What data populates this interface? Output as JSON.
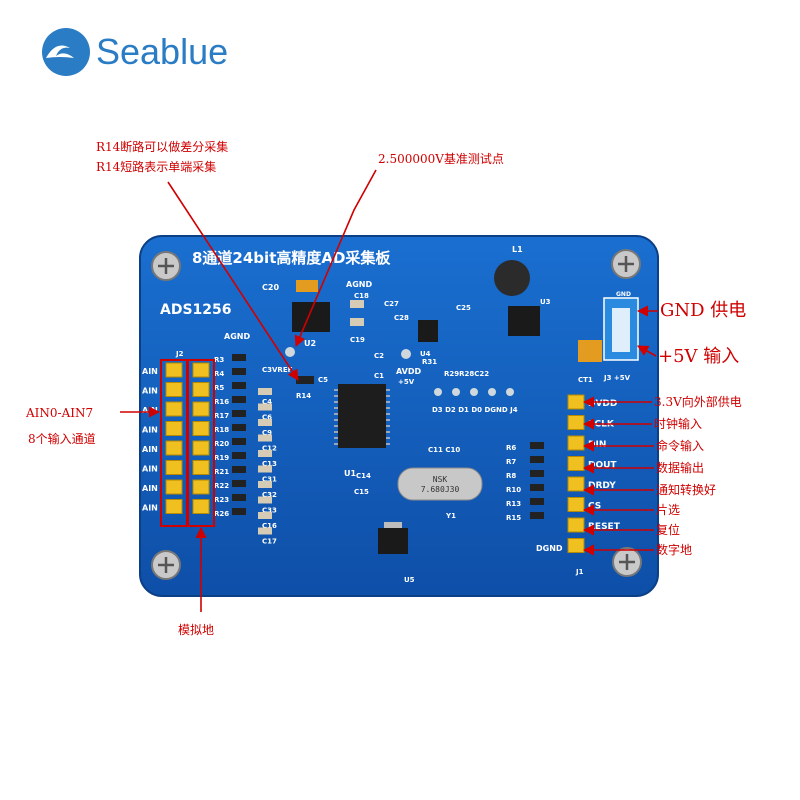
{
  "brand": {
    "name": "Seablue",
    "color": "#2a7cc4"
  },
  "board": {
    "title": "8通道24bit高精度AD采集板",
    "chip_label": "ADS1256",
    "crystal_text": "NSK\n7.680J30",
    "colors": {
      "pcb": "#1565c0",
      "pcb_dark": "#0b3f86",
      "header": "#f0c020",
      "annotation": "#d00000"
    }
  },
  "annotations": {
    "r14_break": "R14断路可以做差分采集",
    "r14_short": "R14短路表示单端采集",
    "vref_test": "2.500000V基准测试点",
    "gnd_supply": "GND 供电",
    "plus5v_input": "+5V 输入",
    "ain_range": "AIN0-AIN7",
    "ain_channels": "8个输入通道",
    "analog_ground": "模拟地",
    "dvdd_desc": "3.3V向外部供电",
    "sclk_desc": "时钟输入",
    "din_desc": "命令输入",
    "dout_desc": "数据输出",
    "drdy_desc": "通知转换好",
    "cs_desc": "片选",
    "reset_desc": "复位",
    "dgnd_desc": "数字地"
  },
  "silkscreen": {
    "agnd_top": "AGND",
    "agnd_left": "AGND",
    "c20": "C20",
    "c18": "C18",
    "c19": "C19",
    "c27": "C27",
    "c28": "C28",
    "c25": "C25",
    "c5": "C5",
    "c2": "C2",
    "c1": "C1",
    "c3vref": "C3VREF",
    "u2": "U2",
    "u1": "U1",
    "u3": "U3",
    "u4": "U4",
    "u5": "U5",
    "l1": "L1",
    "r14": "R14",
    "r31": "R31",
    "avdd": "AVDD",
    "plus5v": "+5V",
    "r_row": "R29R28C22",
    "j4_pins": "D3  D2  D1  D0 DGND J4",
    "ct1": "CT1",
    "j3": "J3 +5V",
    "gnd_small": "GND",
    "c11c10": "C11 C10",
    "c14": "C14",
    "c15": "C15",
    "y1": "Y1",
    "j1": "J1",
    "dgnd": "DGND",
    "ain": "AIN",
    "j2": "J2",
    "dvdd": "DVDD",
    "sclk": "SCLK",
    "din": "DIN",
    "dout": "DOUT",
    "drdy": "DRDY",
    "cs": "CS",
    "reset": "RESET",
    "r_left": [
      "R3",
      "R4",
      "R5",
      "R16",
      "R17",
      "R18",
      "R20",
      "R19",
      "R21",
      "R22",
      "R23",
      "R26"
    ],
    "c_mid": [
      "C4",
      "C6",
      "C9",
      "C12",
      "C13",
      "C31",
      "C32",
      "C33",
      "C16",
      "C17"
    ],
    "r_right": [
      "R6",
      "R7",
      "R8",
      "R10",
      "R13",
      "R15"
    ],
    "j2_label": "J2"
  }
}
